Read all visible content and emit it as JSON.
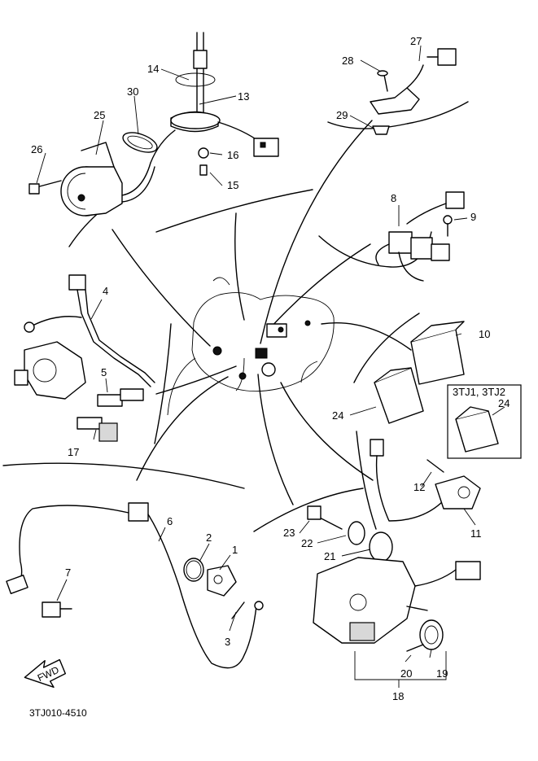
{
  "callouts": {
    "c1": "1",
    "c2": "2",
    "c3": "3",
    "c4": "4",
    "c5": "5",
    "c6": "6",
    "c7": "7",
    "c8": "8",
    "c9": "9",
    "c10": "10",
    "c11": "11",
    "c12": "12",
    "c13": "13",
    "c14": "14",
    "c15": "15",
    "c16": "16",
    "c17": "17",
    "c18": "18",
    "c19": "19",
    "c20": "20",
    "c21": "21",
    "c22": "22",
    "c23": "23",
    "c24a": "24",
    "c24b": "24",
    "c25": "25",
    "c26": "26",
    "c27": "27",
    "c28": "28",
    "c29": "29",
    "c30": "30"
  },
  "variant_box": {
    "models": "3TJ1, 3TJ2"
  },
  "fwd_arrow": "FWD",
  "drawing_code": "3TJ010-4510"
}
